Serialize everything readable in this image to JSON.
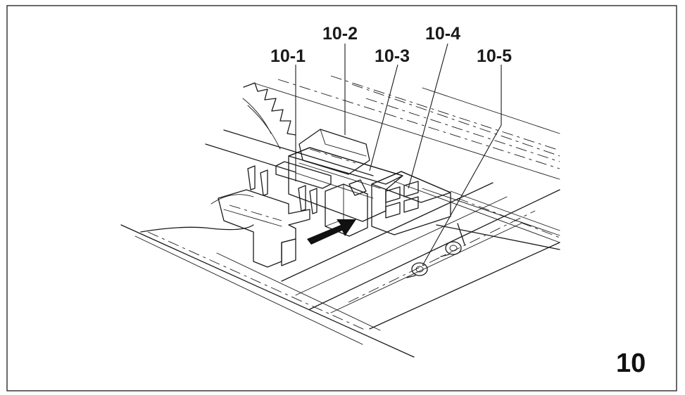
{
  "figure": {
    "number": "10",
    "callouts": [
      {
        "id": "10-1",
        "label": "10-1"
      },
      {
        "id": "10-2",
        "label": "10-2"
      },
      {
        "id": "10-3",
        "label": "10-3"
      },
      {
        "id": "10-4",
        "label": "10-4"
      },
      {
        "id": "10-5",
        "label": "10-5"
      }
    ]
  },
  "colors": {
    "frame": "#2b2b2b",
    "line": "#1a1a1a",
    "dark_block": "#4a4a4a",
    "mid_block": "#8c8c8c",
    "light_block": "#bdbdbd",
    "pale_part": "#d9d9d9",
    "black_strip": "#2a2a2a"
  },
  "icons": {
    "insert_arrow": "right-arrow-icon"
  }
}
